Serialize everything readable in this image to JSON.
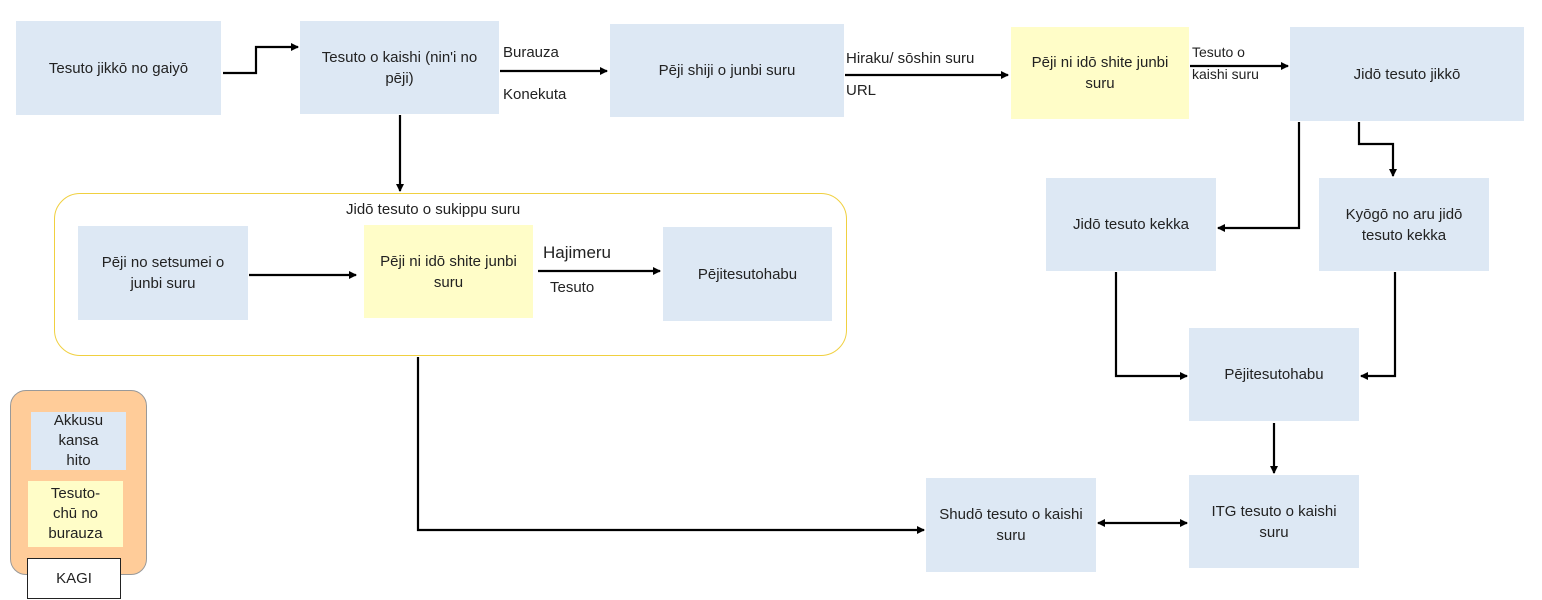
{
  "nodes": {
    "overview": "Tesuto jikkō no gaiyō",
    "start_test": "Tesuto o kaishi (nin'i no pēji)",
    "prepare_page_instructions": "Pēji shiji o junbi suru",
    "navigate_prepare_top": "Pēji ni idō shite junbi suru",
    "auto_test_run": "Jidō tesuto jikkō",
    "auto_test_result": "Jidō tesuto kekka",
    "auto_test_result_shared": "Kyōgō no aru jidō tesuto kekka",
    "page_test_hub_right": "Pējitesutohabu",
    "manual_test": "Shudō tesuto o kaishi suru",
    "itg_test": "ITG tesuto o kaishi suru",
    "prepare_page_description": "Pēji no setsumei o junbi suru",
    "navigate_prepare_inner": "Pēji ni idō shite junbi suru",
    "page_test_hub_inner": "Pējitesutohabu"
  },
  "labels": {
    "browser": "Burauza",
    "connector": "Konekuta",
    "open_send": "Hiraku/ sōshin suru",
    "url": "URL",
    "start_test_arrow": "Tesuto o kaishi suru",
    "skip_group": "Jidō tesuto o sukippu suru",
    "begin": "Hajimeru",
    "test": "Tesuto"
  },
  "legend": {
    "access_person": "Akkusu kansa hito",
    "testing_browser": "Tesuto-chū no burauza",
    "key": "KAGI"
  },
  "colors": {
    "blue_box": "#dde8f4",
    "yellow_box": "#fffdc8",
    "group_border": "#f0d040",
    "legend_bg": "#ffcc99",
    "arrow": "#000000"
  }
}
